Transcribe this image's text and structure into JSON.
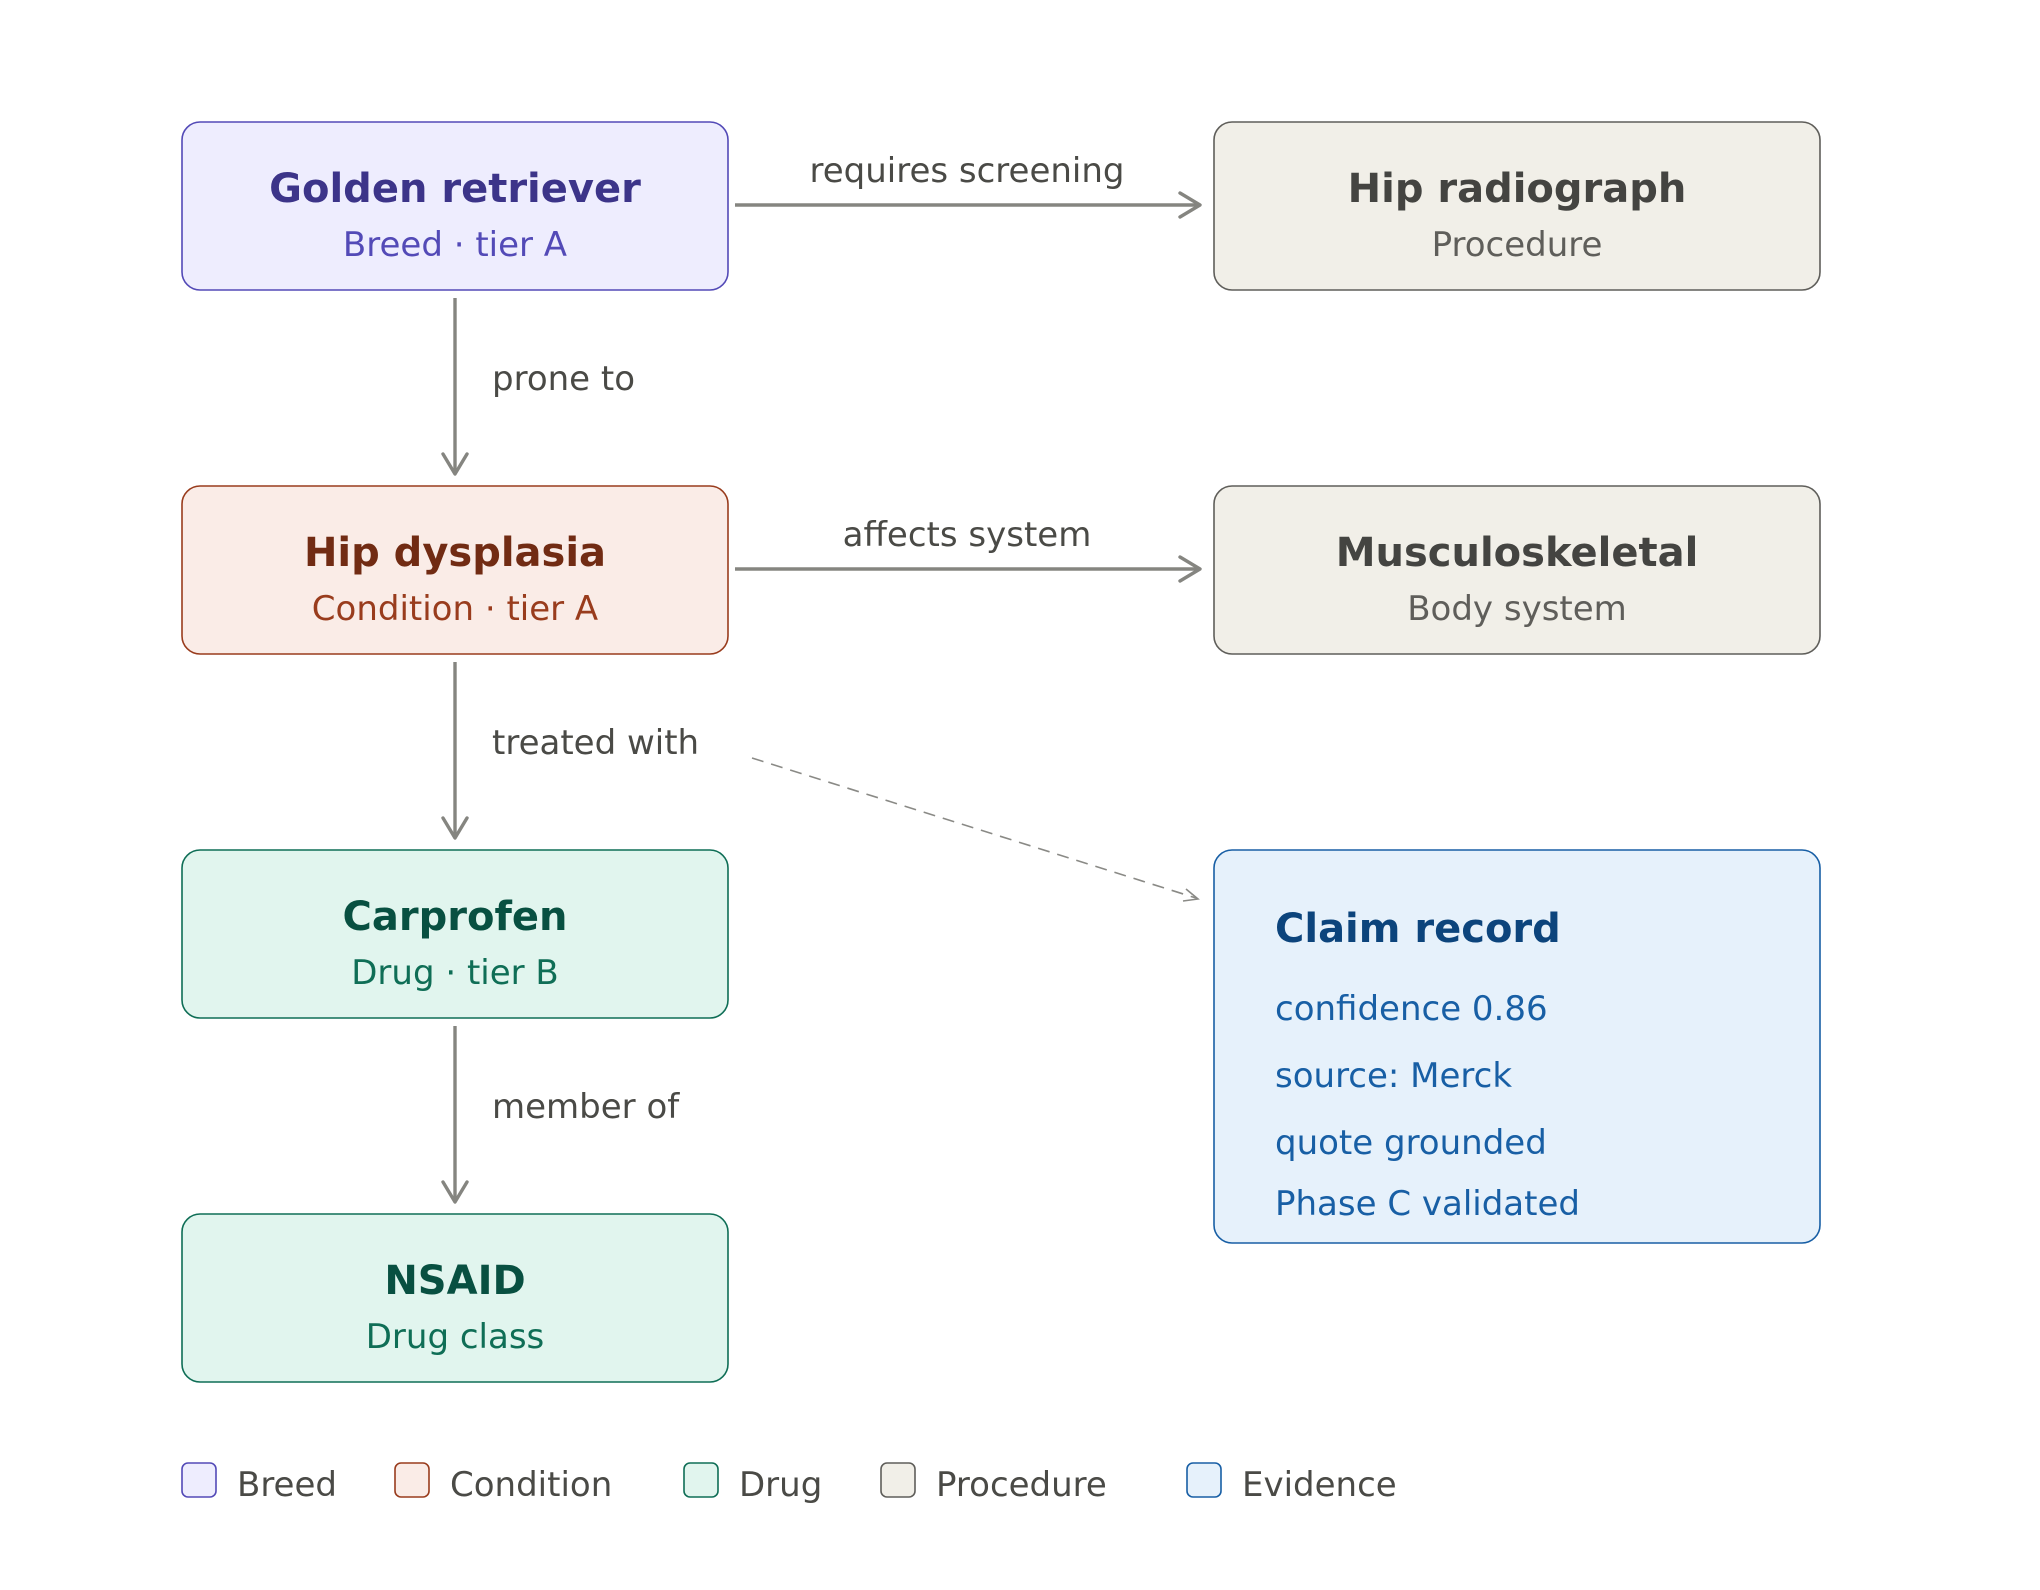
{
  "nodes": {
    "golden_retriever": {
      "title": "Golden retriever",
      "subtitle": "Breed · tier A",
      "category": "Breed"
    },
    "hip_radiograph": {
      "title": "Hip radiograph",
      "subtitle": "Procedure",
      "category": "Procedure"
    },
    "hip_dysplasia": {
      "title": "Hip dysplasia",
      "subtitle": "Condition · tier A",
      "category": "Condition"
    },
    "musculoskeletal": {
      "title": "Musculoskeletal",
      "subtitle": "Body system",
      "category": "Procedure"
    },
    "carprofen": {
      "title": "Carprofen",
      "subtitle": "Drug · tier B",
      "category": "Drug"
    },
    "nsaid": {
      "title": "NSAID",
      "subtitle": "Drug class",
      "category": "Drug"
    }
  },
  "edges": [
    {
      "from": "golden_retriever",
      "to": "hip_radiograph",
      "label": "requires screening"
    },
    {
      "from": "golden_retriever",
      "to": "hip_dysplasia",
      "label": "prone to"
    },
    {
      "from": "hip_dysplasia",
      "to": "musculoskeletal",
      "label": "affects system"
    },
    {
      "from": "hip_dysplasia",
      "to": "carprofen",
      "label": "treated with"
    },
    {
      "from": "carprofen",
      "to": "nsaid",
      "label": "member of"
    }
  ],
  "evidence": {
    "title": "Claim record",
    "lines": [
      "confidence 0.86",
      "source: Merck",
      "quote grounded",
      "Phase C validated"
    ],
    "links_from_edge": "treated with"
  },
  "legend": [
    {
      "label": "Breed",
      "category": "Breed"
    },
    {
      "label": "Condition",
      "category": "Condition"
    },
    {
      "label": "Drug",
      "category": "Drug"
    },
    {
      "label": "Procedure",
      "category": "Procedure"
    },
    {
      "label": "Evidence",
      "category": "Evidence"
    }
  ],
  "colors": {
    "Breed": {
      "fill": "#eeedfe",
      "stroke": "#534ab7",
      "title": "#3c3489",
      "sub": "#534ab7"
    },
    "Condition": {
      "fill": "#faece7",
      "stroke": "#993c1d",
      "title": "#712b13",
      "sub": "#993c1d"
    },
    "Drug": {
      "fill": "#e1f5ee",
      "stroke": "#0f6e56",
      "title": "#085041",
      "sub": "#0f6e56"
    },
    "Procedure": {
      "fill": "#f1efe8",
      "stroke": "#5f5e5a",
      "title": "#444441",
      "sub": "#5f5e5a"
    },
    "Evidence": {
      "fill": "#e6f1fb",
      "stroke": "#185fa5",
      "title": "#0c447c",
      "sub": "#185fa5"
    },
    "edge": "#858580"
  }
}
